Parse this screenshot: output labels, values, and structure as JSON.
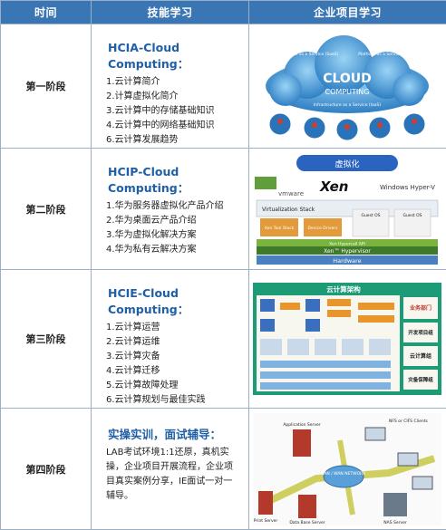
{
  "headers": {
    "time": "时间",
    "skills": "技能学习",
    "projects": "企业项目学习"
  },
  "rows": [
    {
      "stage": "第一阶段",
      "title": "HCIA-Cloud Computing：",
      "items": [
        "1.云计算简介",
        "2.计算虚拟化简介",
        "3.云计算中的存储基础知识",
        "4.云计算中的网络基础知识",
        "6.云计算发展趋势"
      ],
      "image_labels": [
        "CLOUD",
        "COMPUTING",
        "Software as a Service (SaaS)",
        "Platform as a Service (PaaS)",
        "Infrastructure as a Service (IaaS)"
      ]
    },
    {
      "stage": "第二阶段",
      "title": "HCIP-Cloud Computing：",
      "items": [
        "1.华为服务器虚拟化产品介绍",
        "2.华为桌面云产品介绍",
        "3.华为虚拟化解决方案",
        "4.华为私有云解决方案"
      ],
      "image_labels": [
        "虚拟化",
        "vmware",
        "Xen",
        "Windows Hyper-V",
        "Virtualization Stack",
        "Xen Tool Stack",
        "Device Drivers",
        "Guest OS",
        "Guest OS",
        "Xen Hypercall API",
        "Xen™ Hypervisor",
        "Hardware"
      ]
    },
    {
      "stage": "第三阶段",
      "title": "HCIE-Cloud Computing：",
      "items": [
        "1.云计算运营",
        "2.云计算运维",
        "3.云计算灾备",
        "4.云计算迁移",
        "5.云计算故障处理",
        "6.云计算规划与最佳实践"
      ],
      "image_labels": [
        "云计算架构",
        "业务部门",
        "开发项目组",
        "云计算组",
        "灾备保障组"
      ]
    },
    {
      "stage": "第四阶段",
      "title": "实操实训，面试辅导：",
      "description": "LAB考试环境1:1还原，真机实操，企业项目开展流程，企业项目真实案例分享，IE面试一对一辅导。",
      "image_labels": [
        "Application Server",
        "NFS or CIFS Clients",
        "LAN / WAN NETWORK",
        "Print Server",
        "Data Base Server",
        "NAS Server"
      ]
    }
  ]
}
